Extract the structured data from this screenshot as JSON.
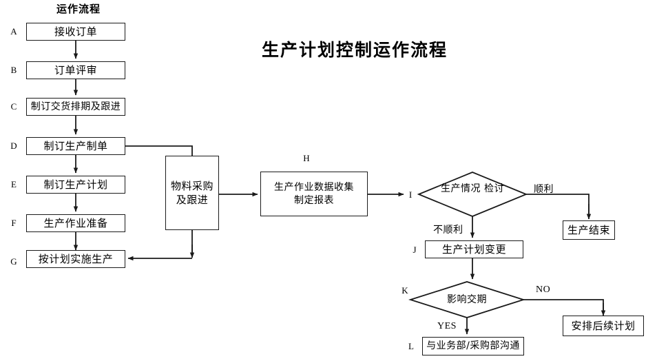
{
  "title": "生产计划控制运作流程",
  "column_header": "运作流程",
  "colors": {
    "stroke": "#1a1a1a",
    "background": "#ffffff",
    "text": "#000000"
  },
  "nodes": {
    "A": {
      "letter": "A",
      "label": "接收订单"
    },
    "B": {
      "letter": "B",
      "label": "订单评审"
    },
    "C": {
      "letter": "C",
      "label": "制订交货排期及跟进"
    },
    "D": {
      "letter": "D",
      "label": "制订生产制单"
    },
    "E": {
      "letter": "E",
      "label": "制订生产计划"
    },
    "F": {
      "letter": "F",
      "label": "生产作业准备"
    },
    "G": {
      "letter": "G",
      "label": "按计划实施生产"
    },
    "material": {
      "line1": "物料采购",
      "line2": "及跟进"
    },
    "H": {
      "letter": "H",
      "line1": "生产作业数据收集",
      "line2": "制定报表"
    },
    "I": {
      "letter": "I",
      "line1": "生产情况",
      "line2": "检讨"
    },
    "J": {
      "letter": "J",
      "label": "生产计划变更"
    },
    "K": {
      "letter": "K",
      "label": "影响交期"
    },
    "L": {
      "letter": "L",
      "label": "与业务部/采购部沟通"
    },
    "end": {
      "label": "生产结束"
    },
    "followup": {
      "label": "安排后续计划"
    }
  },
  "edge_labels": {
    "smooth": "顺利",
    "not_smooth": "不顺利",
    "no": "NO",
    "yes": "YES"
  }
}
